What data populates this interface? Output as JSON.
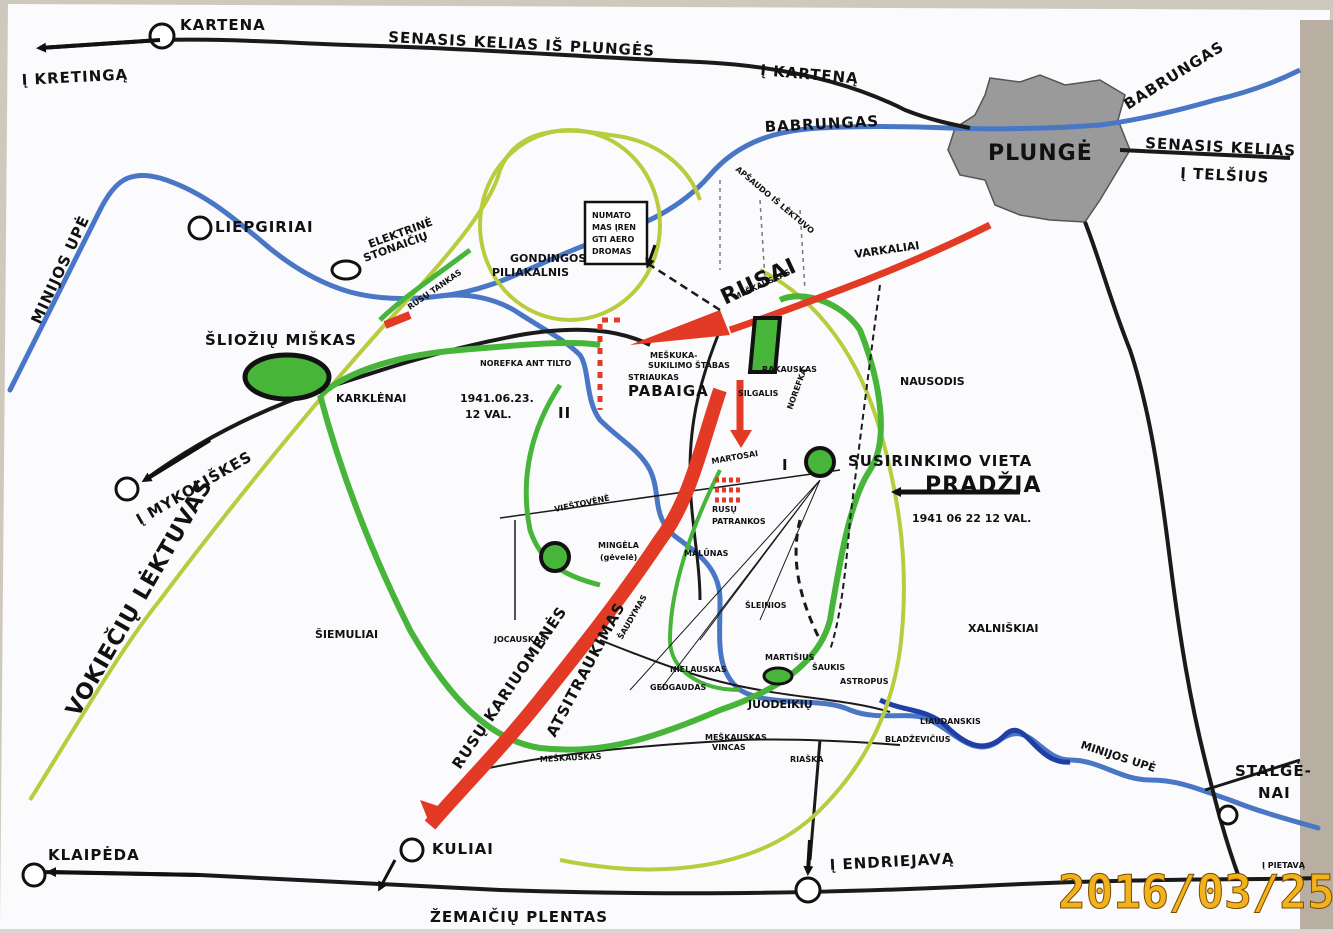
{
  "places": {
    "kartena": "KARTENA",
    "kretinga": "Į KRETINGĄ",
    "plunge": "PLUNGĖ",
    "babrungas_top": "BABRUNGAS",
    "babrungas_river": "BABRUNGAS",
    "telsiai": "Į TELŠIUS",
    "liepgiriai": "LIEPGIRIAI",
    "slioziu_miskas": "ŠLIOŽIŲ MIŠKAS",
    "karklenai": "KARKLĖNAI",
    "mykoliskes": "Į MYKOLIŠKES",
    "gondingos": "GONDINGOS",
    "piliakalnis": "PILIAKALNIS",
    "varkaliai": "VARKALIAI",
    "nausodis": "NAUSODIS",
    "siemuliai": "ŠIEMULIAI",
    "xalniskiai": "XALNIŠKIAI",
    "stalge_1": "STALGĖ-",
    "stalge_2": "NAI",
    "klaipeda": "KLAIPĖDA",
    "kuliai": "KULIAI",
    "endriejava": "Į ENDRIEJAVĄ",
    "pietava": "Į PIETAVĄ",
    "mingela": "MINGĖLA",
    "gevele": "(gėvelė)",
    "malunas": "MALŪNAS",
    "sleinios": "ŠLEINIOS",
    "juodeikiu": "JUODEIKIŲ",
    "liaudanskis": "LIAUDANSKIS",
    "bladzevicius": "BLADŽEVIČIUS",
    "riaska": "RIAŠKA",
    "meskauskas_vincas_1": "MEŠKAUSKAS",
    "meskauskas_vincas_2": "VINCAS",
    "meskauskas_road": "MEŠKAUSKAS",
    "rakauskas": "RAKAUSKAS",
    "silgalis": "SILGALIS",
    "martosai": "MARTOSAI",
    "nielauskas": "NIELAUSKAS",
    "gedgaudas": "GEDGAUDAS",
    "martisius": "MARTIŠIUS",
    "saukis": "ŠAUKIS",
    "astropus": "ASTROPUS",
    "viestovene": "VIEŠTOVĖNĖ",
    "jacauskas": "JOCAUSKAS",
    "meskauskas_top": "MEŠKAUSKAS"
  },
  "roads": {
    "old_road_1": "SENASIS KELIAS IŠ PLUNGĖS",
    "old_road_2": "Į KARTENĄ",
    "old_road_east_1": "SENASIS KELIAS",
    "zemaiciu_plentas": "ŽEMAIČIŲ PLENTAS",
    "norefka_tilto": "NOREFKA ANT TILTO",
    "norefka": "NOREFKA"
  },
  "rivers": {
    "minijos_upe_west": "MINIJOS UPĖ",
    "minijos_upe_south": "MINIJOS UPĖ"
  },
  "annotations": {
    "stonaiciu_1": "STONAIČIŲ",
    "stonaiciu_2": "ELEKTRINĖ",
    "rusu_tankas": "RUSŲ TANKAS",
    "numato_1": "NUMATO",
    "numato_2": "MAS ĮREN",
    "numato_3": "GTI AERO",
    "numato_4": "DROMAS",
    "apsaudo": "APŠAUDO IŠ LĖKTUVO",
    "rusai": "RUSAI",
    "meskuka_1": "MEŠKUKA-",
    "meskuka_2": "SUKILIMO ŠTABAS",
    "striaukas": "STRIAUKAS",
    "pabaiga": "PABAIGA",
    "date_end_1": "1941.06.23.",
    "date_end_2": "12 VAL.",
    "roman_two": "II",
    "roman_one": "I",
    "susirinkimo": "SUSIRINKIMO VIETA",
    "pradzia": "PRADŽIA",
    "date_start": "1941 06 22   12 VAL.",
    "rusu_patrankos_1": "RUSŲ",
    "rusu_patrankos_2": "PATRANKOS",
    "rusu_kariuomenes": "RUSŲ KARIUOMENĖS",
    "atsitraukimas": "ATSITRAUKIMAS",
    "vokieciu_lektuvas": "VOKIEČIŲ LĖKTUVAS",
    "susaudymas": "ŠAUDYMAS"
  },
  "timestamp": "2016/03/25",
  "colors": {
    "paper": "#fbfbfd",
    "river": "#4a76c6",
    "river_dark": "#1f3fa6",
    "green": "#47b53a",
    "red": "#e23a24",
    "yellow_green": "#b8cc3e",
    "road": "#1a1a1a",
    "town": "#9a9a9a",
    "timestamp": "#f2b21c"
  }
}
